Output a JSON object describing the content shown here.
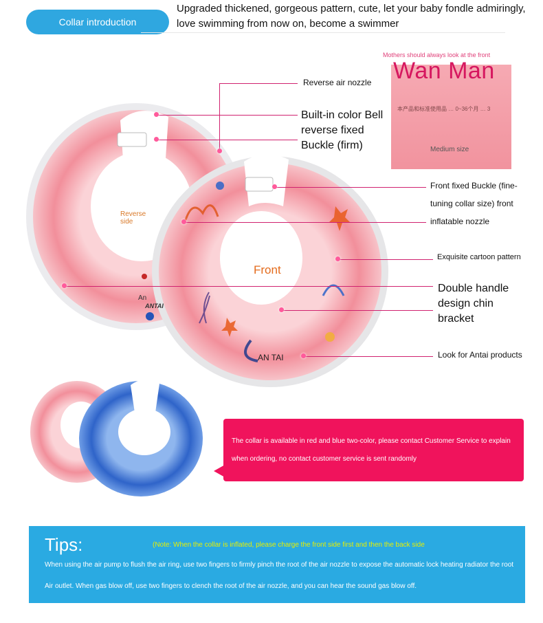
{
  "header": {
    "pill_label": "Collar introduction",
    "intro": "Upgraded thickened, gorgeous pattern, cute, let your baby fondle admiringly, love swimming from now on, become a swimmer"
  },
  "inset": {
    "caption": "Mothers should always look at the front",
    "title": "Wan Man",
    "size": "Medium size",
    "chinese_text": "本产品和标准使用品 … 0~36个月 … 3"
  },
  "ring_labels": {
    "reverse_side": "Reverse side",
    "front": "Front",
    "an": "An",
    "antai_small": "ANTAI",
    "an_tai": "AN TAI"
  },
  "callouts": {
    "reverse_air_nozzle": "Reverse air nozzle",
    "built_in_bell": "Built-in color Bell reverse fixed Buckle (firm)",
    "front_buckle": "Front fixed Buckle (fine-tuning collar size) front",
    "inflatable_nozzle": "inflatable nozzle",
    "cartoon_pattern": "Exquisite cartoon pattern",
    "double_handle": "Double handle design chin bracket",
    "look_for": "Look for Antai products"
  },
  "note": {
    "text": "The collar is available in red and blue two-color, please contact Customer Service to explain when ordering, no contact customer service is sent randomly"
  },
  "tips": {
    "title": "Tips:",
    "note": "(Note: When the collar is inflated, please charge the front side first and then the back side",
    "line1": "When using the air pump to flush the air ring, use two fingers to firmly pinch the root of the air nozzle to expose the automatic lock heating radiator the root",
    "line2": "Air outlet. When gas blow off, use two fingers to clench the root of the air nozzle, and you can hear the sound gas blow off."
  },
  "colors": {
    "accent_blue": "#2fa7e0",
    "callout_line": "#d0216f",
    "note_pink": "#f0135c",
    "tips_blue": "#2aaae2",
    "ring_pink": "#f4a0aa",
    "ring_blue": "#2f64c9"
  }
}
